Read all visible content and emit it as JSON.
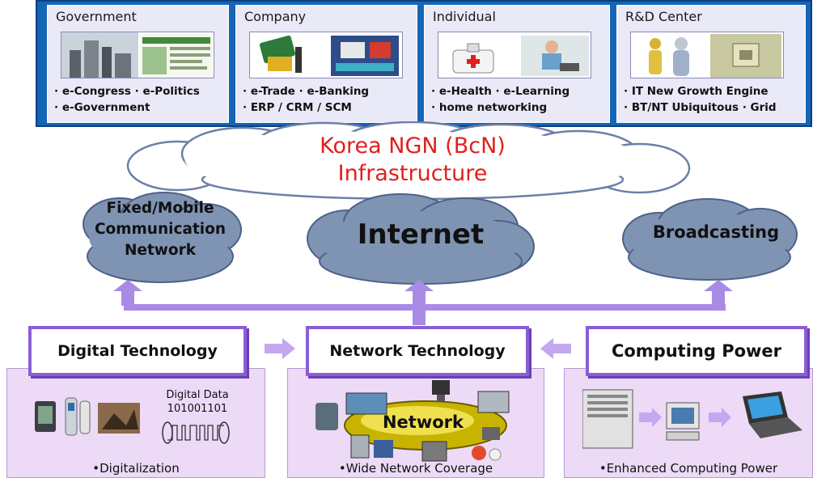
{
  "sectors": [
    {
      "title": "Government",
      "lines": [
        "· e-Congress  · e-Politics",
        "· e-Government"
      ]
    },
    {
      "title": "Company",
      "lines": [
        "· e-Trade  · e-Banking",
        "· ERP / CRM / SCM"
      ]
    },
    {
      "title": "Individual",
      "lines": [
        "· e-Health   · e-Learning",
        "· home networking"
      ]
    },
    {
      "title": "R&D Center",
      "lines": [
        "· IT New Growth Engine",
        "· BT/NT Ubiquitous  · Grid"
      ]
    }
  ],
  "infrastructure": {
    "line1": "Korea NGN (BcN)",
    "line2": "Infrastructure"
  },
  "networks": {
    "fixed_mobile": [
      "Fixed/Mobile",
      "Communication",
      "Network"
    ],
    "internet": "Internet",
    "broadcasting": "Broadcasting"
  },
  "technologies": [
    {
      "label": "Digital Technology",
      "caption": "•Digitalization"
    },
    {
      "label": "Network Technology",
      "caption": "•Wide Network Coverage"
    },
    {
      "label": "Computing Power",
      "caption": "•Enhanced Computing Power"
    }
  ],
  "digital_data": {
    "label": "Digital Data",
    "bits": "101001101"
  },
  "network_hub_label": "Network",
  "colors": {
    "band": "#1565b7",
    "cloud": "#7f94b3",
    "arrow": "#a98be6",
    "box_border": "#8a5fd6",
    "panel": "#ecdaf7",
    "infra_text": "#e0201e"
  }
}
